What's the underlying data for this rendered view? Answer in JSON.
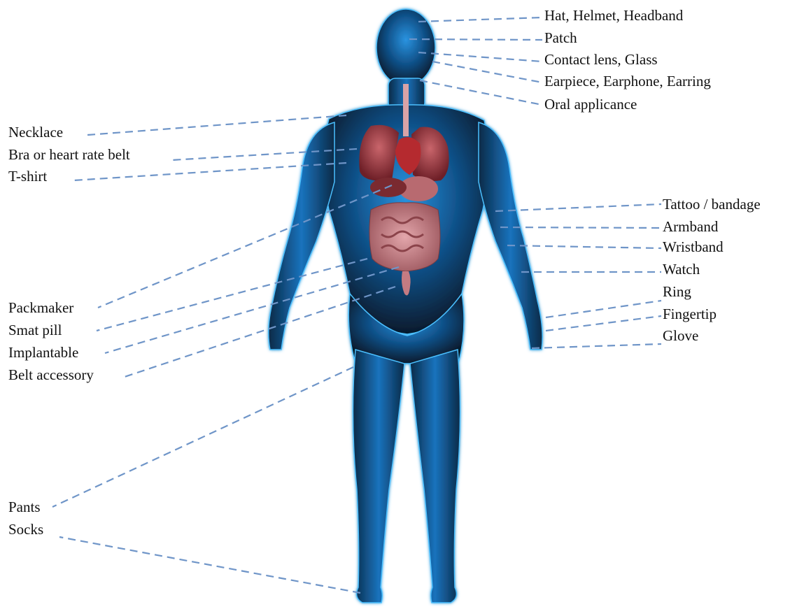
{
  "colors": {
    "body_glow": "#1b7fd1",
    "body_dark": "#082238",
    "outline": "#4cc0ff",
    "organ_red": "#9c2f35",
    "intestine_pink": "#c77f86",
    "leader_line": "#6f95c8"
  },
  "labels": {
    "hat": "Hat, Helmet, Headband",
    "patch": "Patch",
    "contact_lens": "Contact lens, Glass",
    "earpiece": "Earpiece, Earphone, Earring",
    "oral": "Oral applicance",
    "necklace": "Necklace",
    "bra": "Bra or heart rate belt",
    "tshirt": "T-shirt",
    "tattoo": "Tattoo / bandage",
    "armband": "Armband",
    "wristband": "Wristband",
    "watch": "Watch",
    "ring": "Ring",
    "fingertip": "Fingertip",
    "glove": "Glove",
    "packmaker": "Packmaker",
    "smat_pill": "Smat pill",
    "implantable": "Implantable",
    "belt_accessory": "Belt accessory",
    "pants": "Pants",
    "socks": "Socks"
  }
}
